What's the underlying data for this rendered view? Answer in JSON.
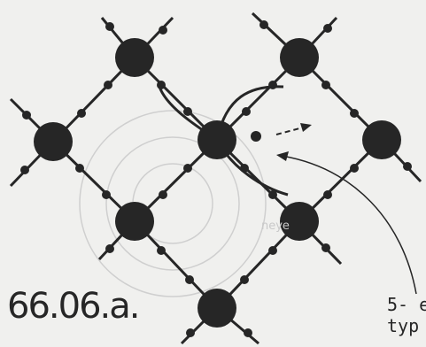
{
  "figure_label": "66.06.a.",
  "callout_lines": [
    "5- e",
    "typ"
  ],
  "ghost_text": "neye",
  "colors": {
    "ink": "#262626",
    "background": "#f0f0ee",
    "ghost": "#cfcfcf"
  }
}
